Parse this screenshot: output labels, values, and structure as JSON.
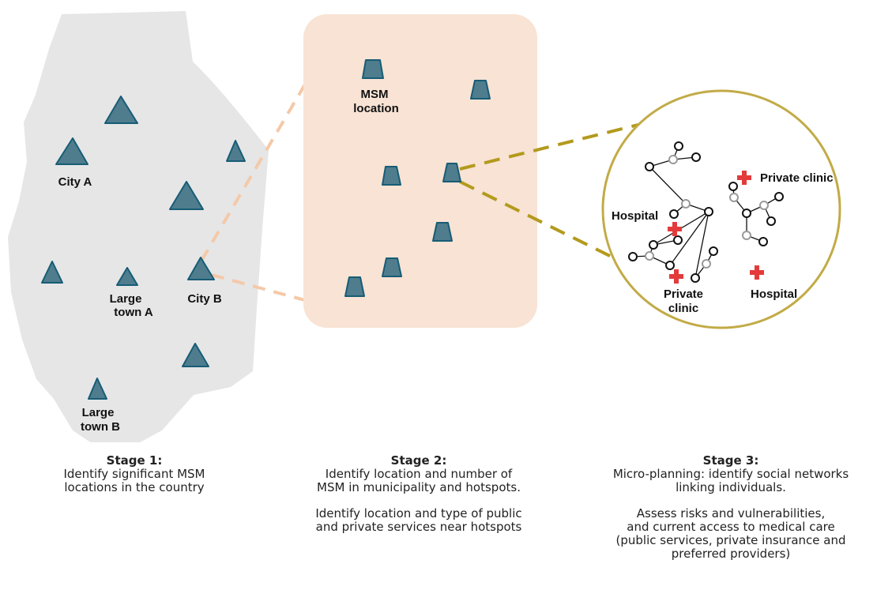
{
  "colors": {
    "country_fill": "#e6e6e6",
    "municipality_fill": "#f8e3d4",
    "hotspot_fill": "#4f7d8e",
    "hotspot_stroke": "#175c75",
    "connector_light": "#f4c9a8",
    "connector_dark": "#b39a1d",
    "circle_stroke": "#c2ab47",
    "cross": "#e33b3b",
    "node_black": "#111111",
    "node_grey": "#9a9a9a"
  },
  "icons": {
    "city": "triangle-icon",
    "msm_location": "trapezoid-icon",
    "health_facility": "red-cross-icon",
    "person": "circle-node-icon"
  },
  "stage1": {
    "labels": {
      "city_a": "City A",
      "large_town_a_line1": "Large",
      "large_town_a_line2": "town A",
      "city_b": "City B",
      "large_town_b_line1": "Large",
      "large_town_b_line2": "town B"
    },
    "caption_title": "Stage 1:",
    "caption_line1": "Identify significant MSM",
    "caption_line2": "locations in the country"
  },
  "stage2": {
    "labels": {
      "msm_line1": "MSM",
      "msm_line2": "location"
    },
    "caption_title": "Stage 2:",
    "caption_line1": "Identify location and number of",
    "caption_line2": "MSM in municipality and hotspots.",
    "caption_line3": "Identify location and type of public",
    "caption_line4": "and private services near hotspots"
  },
  "stage3": {
    "labels": {
      "private_clinic_top": "Private clinic",
      "hospital_left": "Hospital",
      "private_clinic_bottom_line1": "Private",
      "private_clinic_bottom_line2": "clinic",
      "hospital_right": "Hospital"
    },
    "caption_title": "Stage 3:",
    "caption_line1": "Micro-planning: identify social networks",
    "caption_line2": "linking individuals.",
    "caption_line3": "Assess risks and vulnerabilities,",
    "caption_line4": "and current access to medical care",
    "caption_line5": "(public services, private insurance and",
    "caption_line6": "preferred providers)"
  }
}
